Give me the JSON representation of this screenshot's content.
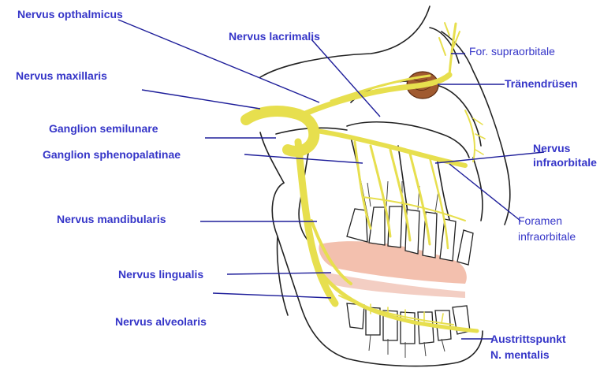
{
  "labels": {
    "ophthalmicus": "Nervus opthalmicus",
    "lacrimalis": "Nervus lacrimalis",
    "supraorbitale": "For. supraorbitale",
    "maxillaris": "Nervus maxillaris",
    "traenendruesen": "Tränendrüsen",
    "semilunare": "Ganglion semilunare",
    "sphenopalatinae": "Ganglion sphenopalatinae",
    "infraorbitalis_1": "Nervus",
    "infraorbitalis_2": "infraorbitale",
    "mandibularis": "Nervus mandibularis",
    "foramen_1": "Foramen",
    "foramen_2": "infraorbitale",
    "lingualis": "Nervus lingualis",
    "alveolaris": "Nervus alveolaris",
    "austritt_1": "Austrittspunkt",
    "austritt_2": "N. mentalis"
  },
  "colors": {
    "label": "#3535c8",
    "leader_line": "#1e1e9a",
    "nerve": "#f2ec6a",
    "bone_outline": "#222222",
    "gum": "#f2b9a5",
    "gland": "#a05a30"
  }
}
